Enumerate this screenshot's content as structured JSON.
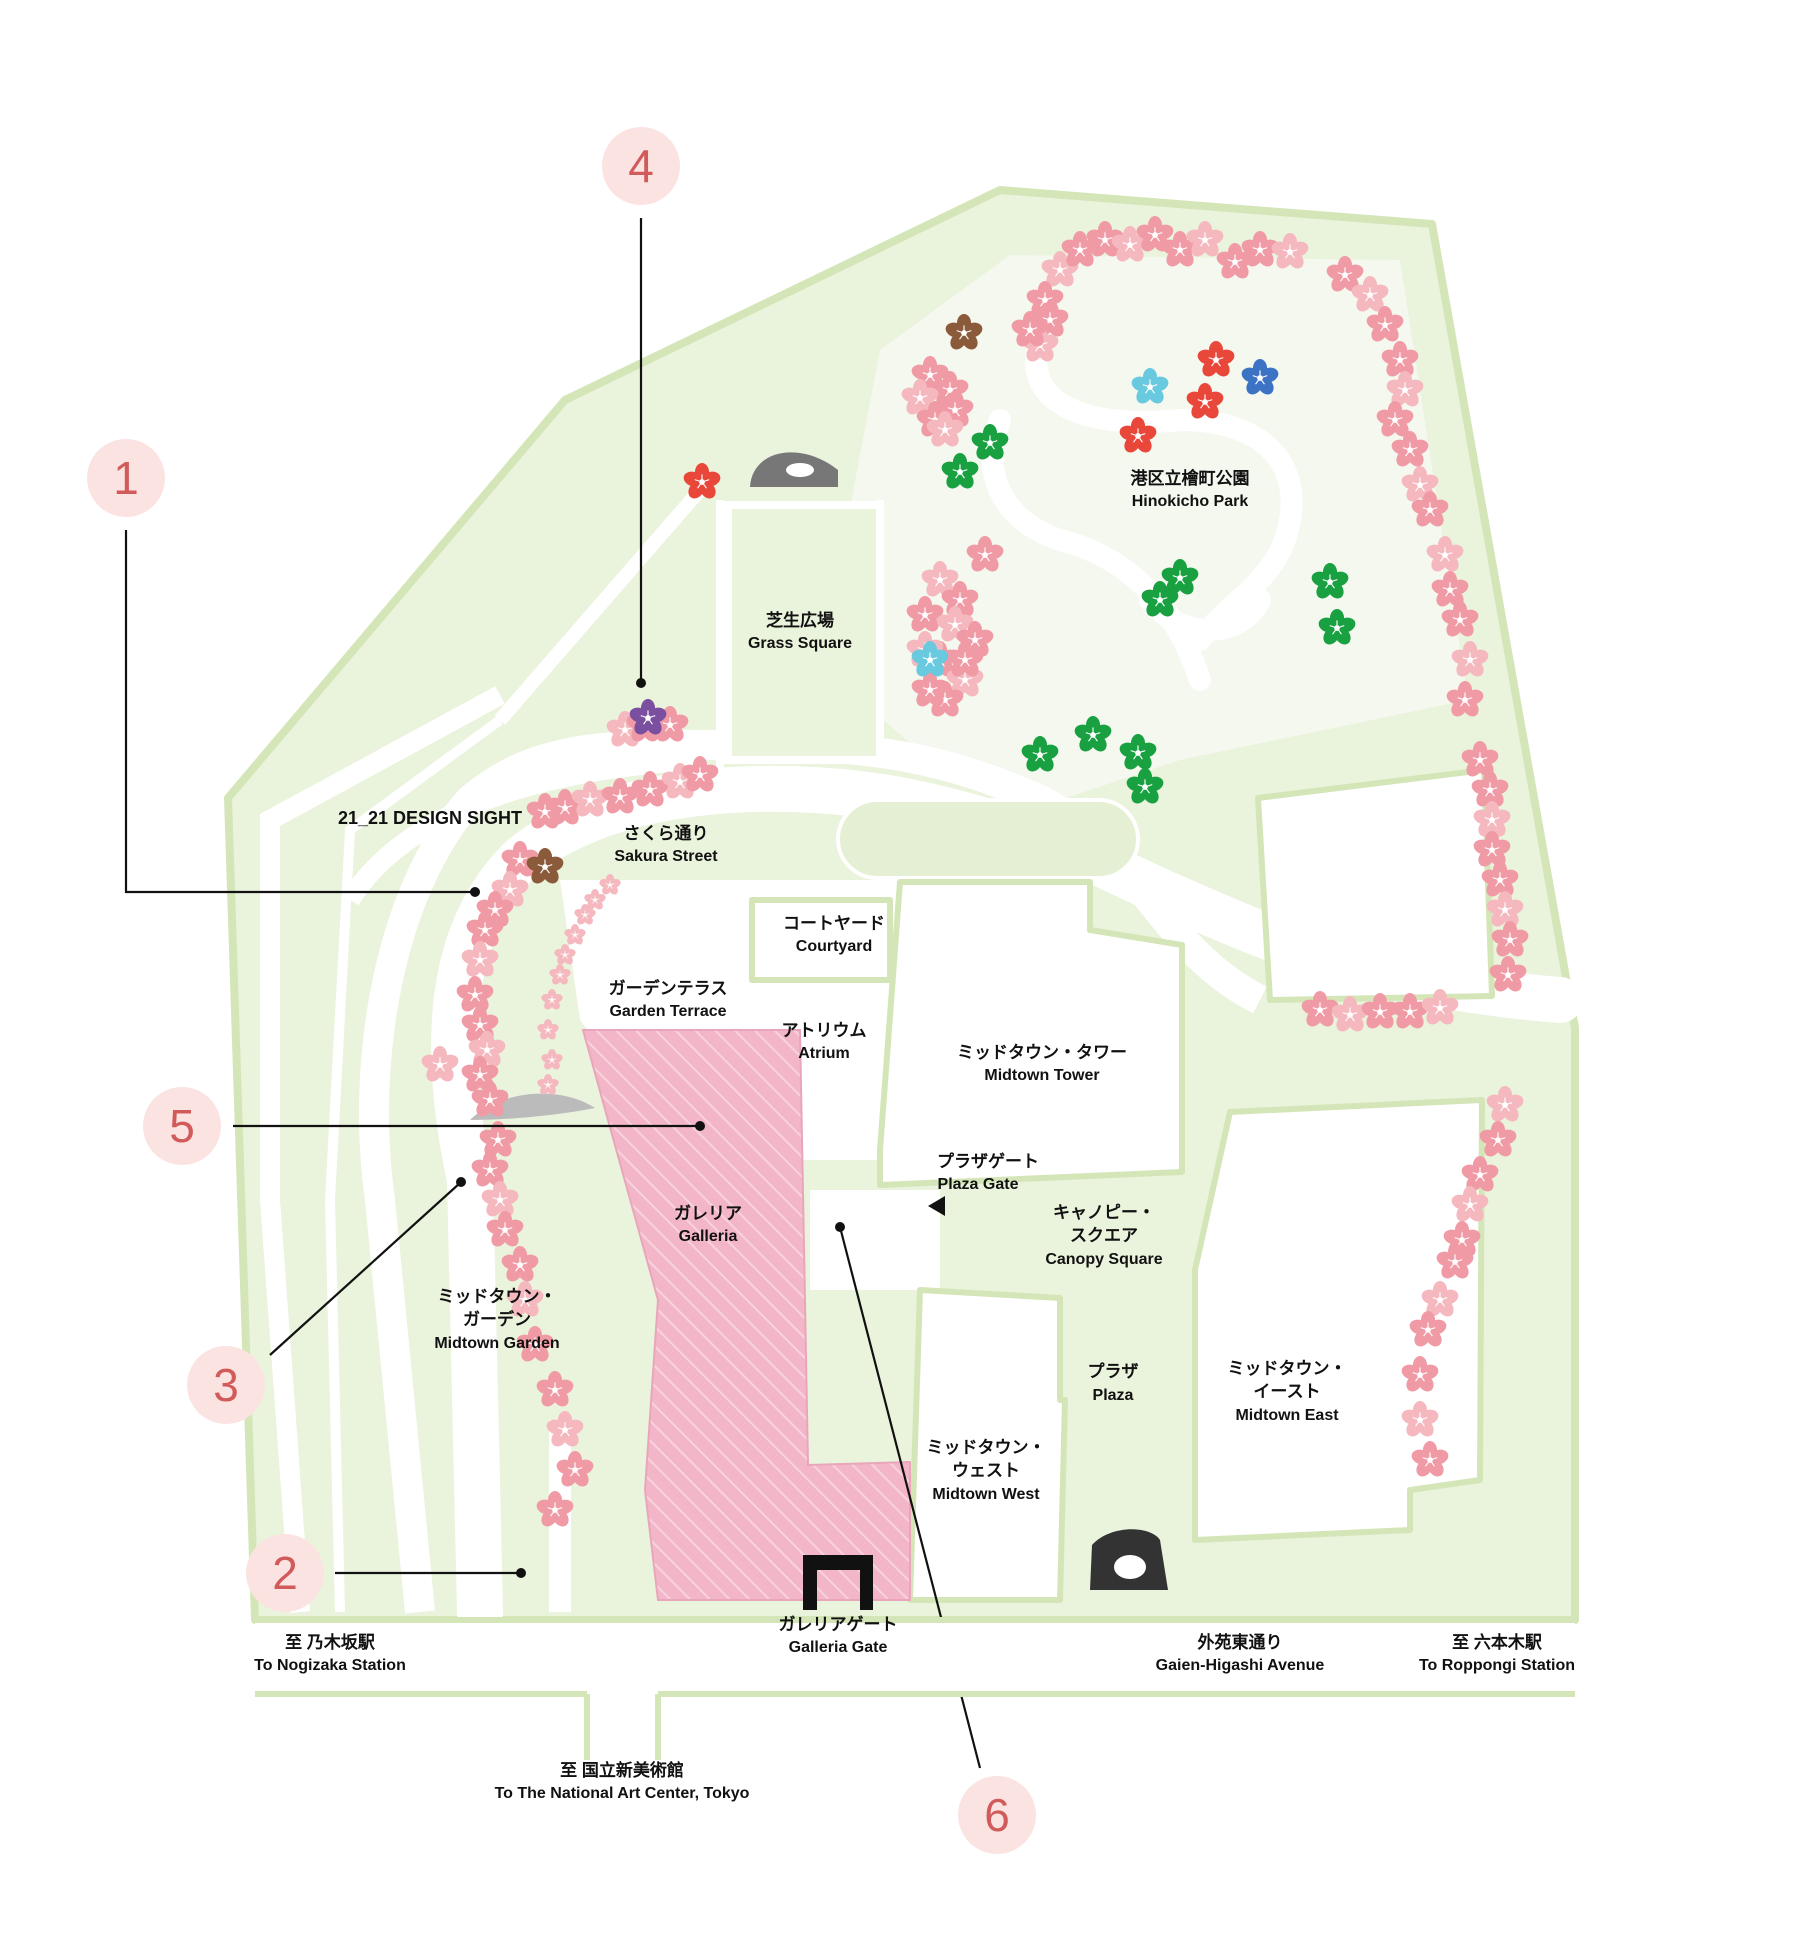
{
  "labels": {
    "design_sight": "21_21 DESIGN SIGHT",
    "sakura_jp": "さくら通り",
    "sakura_en": "Sakura Street",
    "grass_jp": "芝生広場",
    "grass_en": "Grass Square",
    "park_jp": "港区立檜町公園",
    "park_en": "Hinokicho Park",
    "courtyard_jp": "コートヤード",
    "courtyard_en": "Courtyard",
    "garden_terrace_jp": "ガーデンテラス",
    "garden_terrace_en": "Garden Terrace",
    "atrium_jp": "アトリウム",
    "atrium_en": "Atrium",
    "tower_jp": "ミッドタウン・タワー",
    "tower_en": "Midtown Tower",
    "plaza_gate_jp": "プラザゲート",
    "plaza_gate_en": "Plaza Gate",
    "galleria_jp": "ガレリア",
    "galleria_en": "Galleria",
    "canopy_jp1": "キャノピー・",
    "canopy_jp2": "スクエア",
    "canopy_en": "Canopy Square",
    "garden_jp1": "ミッドタウン・",
    "garden_jp2": "ガーデン",
    "garden_en": "Midtown Garden",
    "plaza_jp": "プラザ",
    "plaza_en": "Plaza",
    "east_jp1": "ミッドタウン・",
    "east_jp2": "イースト",
    "east_en": "Midtown East",
    "west_jp1": "ミッドタウン・",
    "west_jp2": "ウェスト",
    "west_en": "Midtown West",
    "galleria_gate_jp": "ガレリアゲート",
    "galleria_gate_en": "Galleria Gate",
    "nogizaka_jp": "至 乃木坂駅",
    "nogizaka_en": "To Nogizaka Station",
    "gaien_jp": "外苑東通り",
    "gaien_en": "Gaien-Higashi Avenue",
    "roppongi_jp": "至 六本木駅",
    "roppongi_en": "To Roppongi Station",
    "nact_jp": "至 国立新美術館",
    "nact_en": "To The National Art Center, Tokyo"
  },
  "markers": [
    "1",
    "2",
    "3",
    "4",
    "5",
    "6"
  ],
  "colors": {
    "park_green": "#eaf3dc",
    "park_light": "#f4f8ee",
    "road_edge": "#d4e6b8",
    "galleria_pink": "#f2b6c8",
    "marker_fill": "#fbe3e1",
    "marker_text": "#d15b5b",
    "sakura_pink": "#f09aa5",
    "sakura_red": "#e8473a",
    "sakura_blue": "#3c73c4",
    "sakura_cyan": "#68c9df",
    "sakura_green": "#19a040",
    "sakura_brown": "#8a5a3a",
    "sakura_purple": "#7a4fa0"
  }
}
